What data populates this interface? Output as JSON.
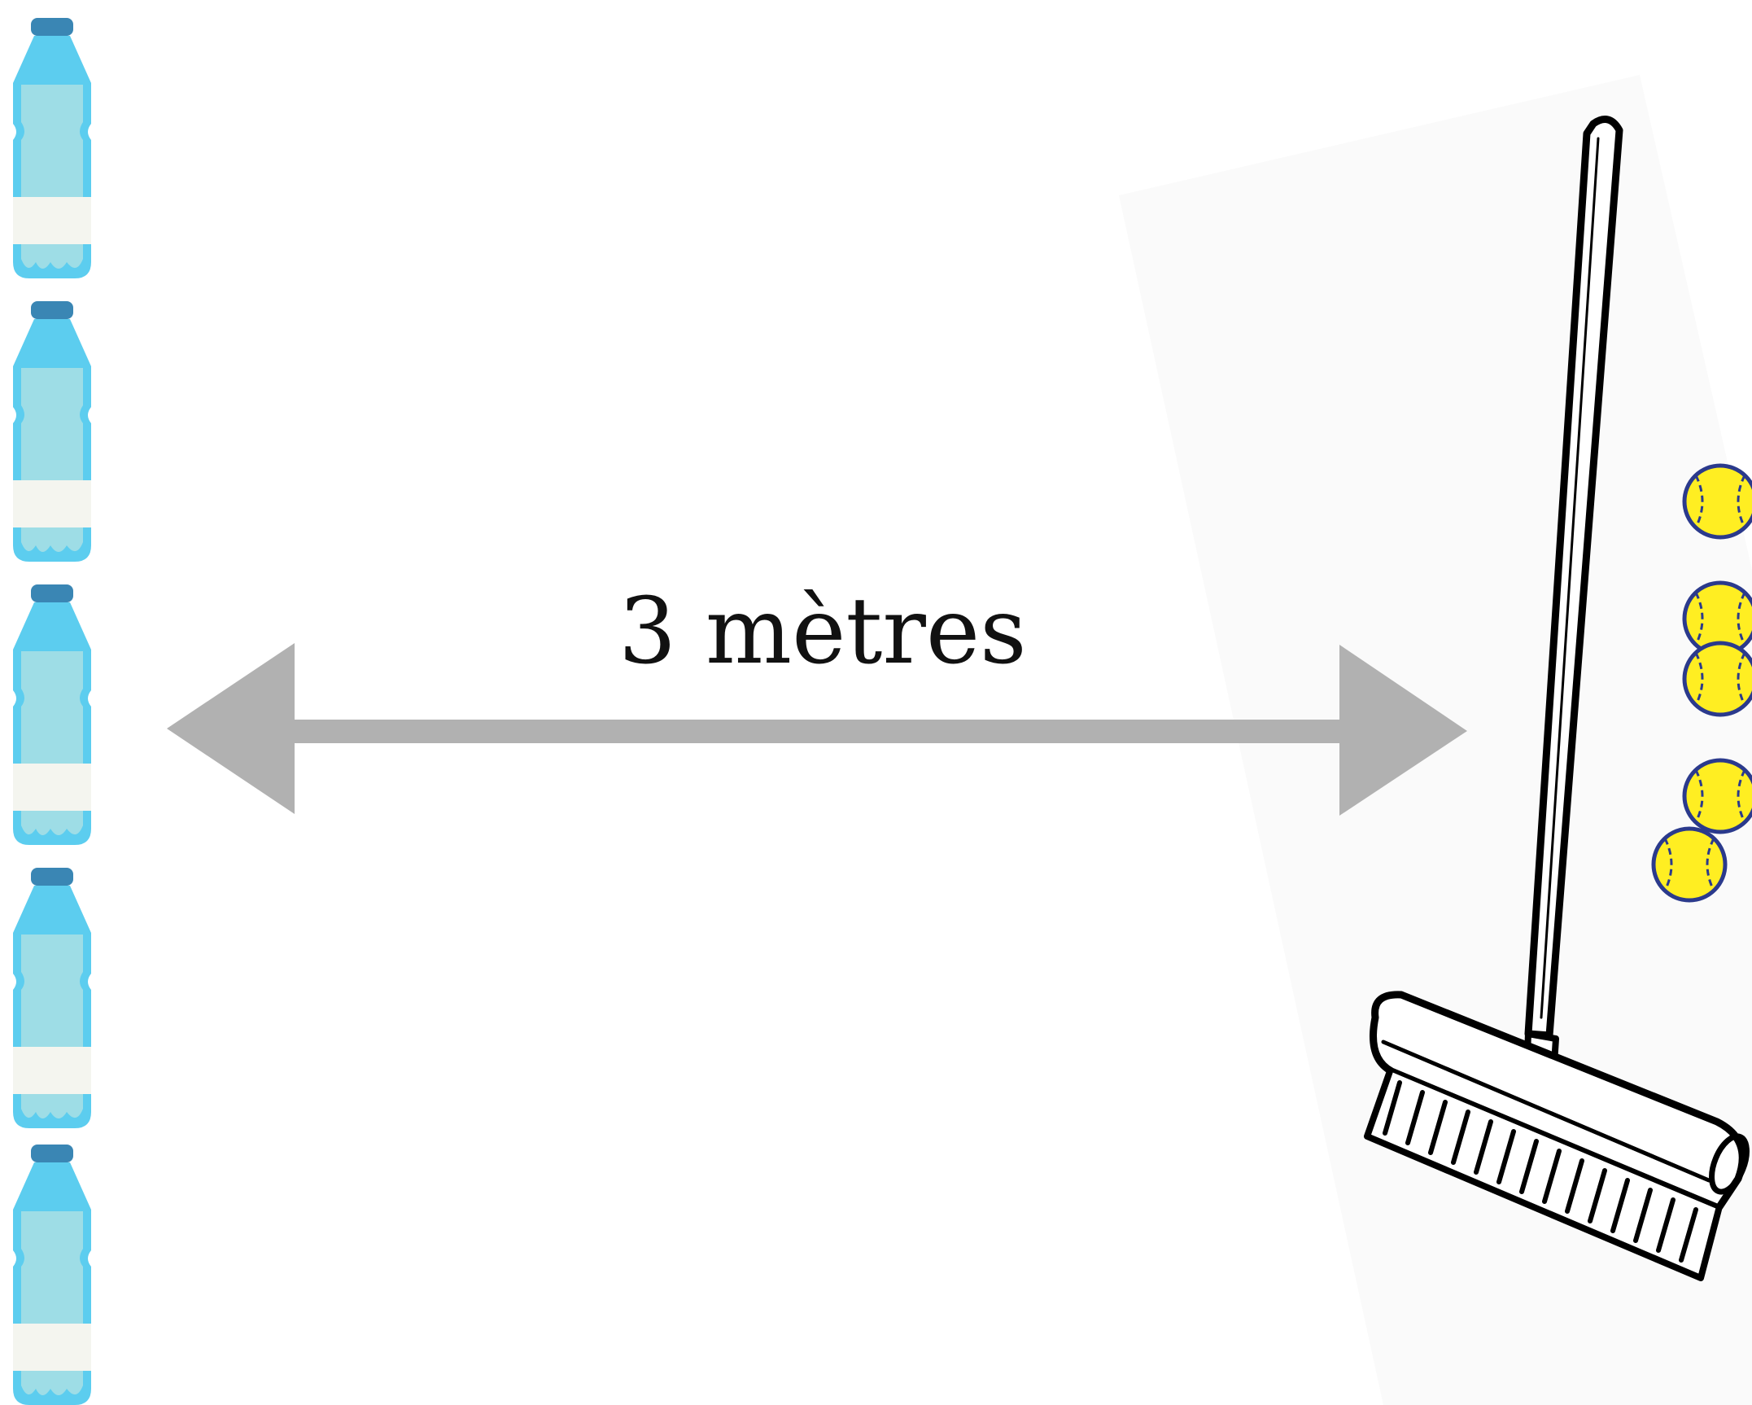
{
  "diagram": {
    "distance_label": "3 mètres",
    "bottle_count": 5,
    "ball_count": 5,
    "icons": {
      "bottle": "water-bottle-icon",
      "broom": "broom-icon",
      "ball": "tennis-ball-icon",
      "arrow": "double-arrow-icon"
    },
    "colors": {
      "bottle_body": "#5ccdef",
      "bottle_water": "#9edde6",
      "bottle_cap": "#3a86b4",
      "bottle_label": "#f4f5ef",
      "arrow": "#b1b1b1",
      "ball_fill": "#ffee22",
      "ball_outline": "#2b3a8c",
      "text": "#111111"
    }
  }
}
